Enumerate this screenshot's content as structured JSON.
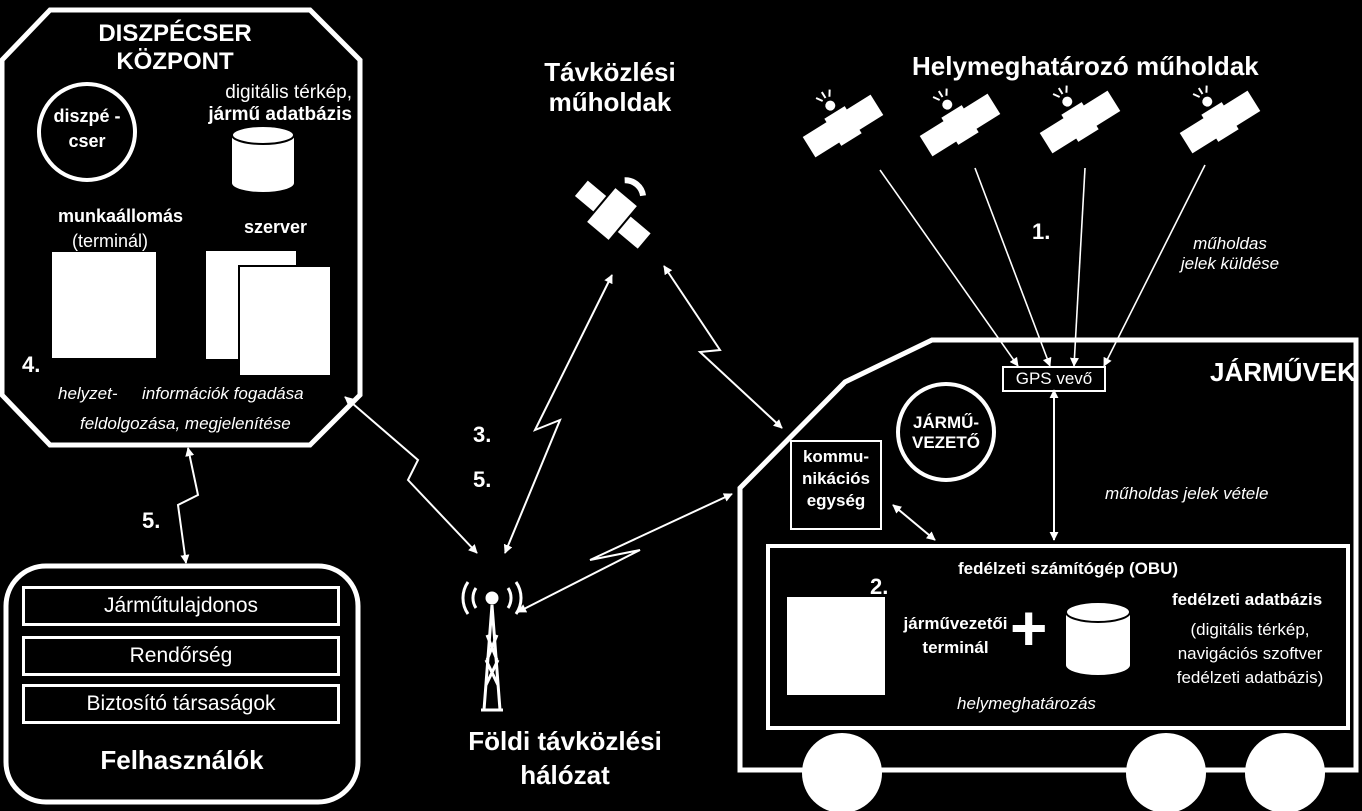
{
  "dispatch_center": {
    "title_line1": "DISZPÉCSER",
    "title_line2": "KÖZPONT",
    "dispatcher_line1": "diszpé -",
    "dispatcher_line2": "cser",
    "map_db_line1": "digitális térkép,",
    "map_db_line2": "jármű adatbázis",
    "workstation": "munkaállomás",
    "terminal": "(terminál)",
    "server": "szerver",
    "step": "4.",
    "caption_line1_a": "helyzet-",
    "caption_line1_b": "információk fogadása",
    "caption_line2": "feldolgozása, megjelenítése"
  },
  "telecom_satellites": {
    "line1": "Távközlési",
    "line2": "műholdak"
  },
  "positioning_satellites": {
    "title": "Helymeghatározó műholdak"
  },
  "satellite_signal": {
    "step": "1.",
    "line1": "műholdas",
    "line2": "jelek küldése"
  },
  "link_steps": {
    "step3": "3.",
    "step5_top": "5.",
    "step5_left": "5."
  },
  "ground_network": {
    "line1": "Földi távközlési",
    "line2": "hálózat"
  },
  "users": {
    "items": [
      "Járműtulajdonos",
      "Rendőrség",
      "Biztosító társaságok"
    ],
    "title": "Felhasználók"
  },
  "vehicles": {
    "title": "JÁRMŰVEK",
    "gps": "GPS  vevő",
    "driver_line1": "JÁRMŰ-",
    "driver_line2": "VEZETŐ",
    "comm_line1": "kommu-",
    "comm_line2": "nikációs",
    "comm_line3": "egység",
    "signal_receive": "műholdas jelek vétele",
    "obu_title": "fedélzeti számítógép (OBU)",
    "step": "2.",
    "driver_terminal_line1": "járművezetői",
    "driver_terminal_line2": "terminál",
    "plus": "+",
    "onboard_db_title": "fedélzeti adatbázis",
    "onboard_db_line1": "(digitális térkép,",
    "onboard_db_line2": "navigációs szoftver",
    "onboard_db_line3": "fedélzeti adatbázis)",
    "positioning": "helymeghatározás"
  }
}
